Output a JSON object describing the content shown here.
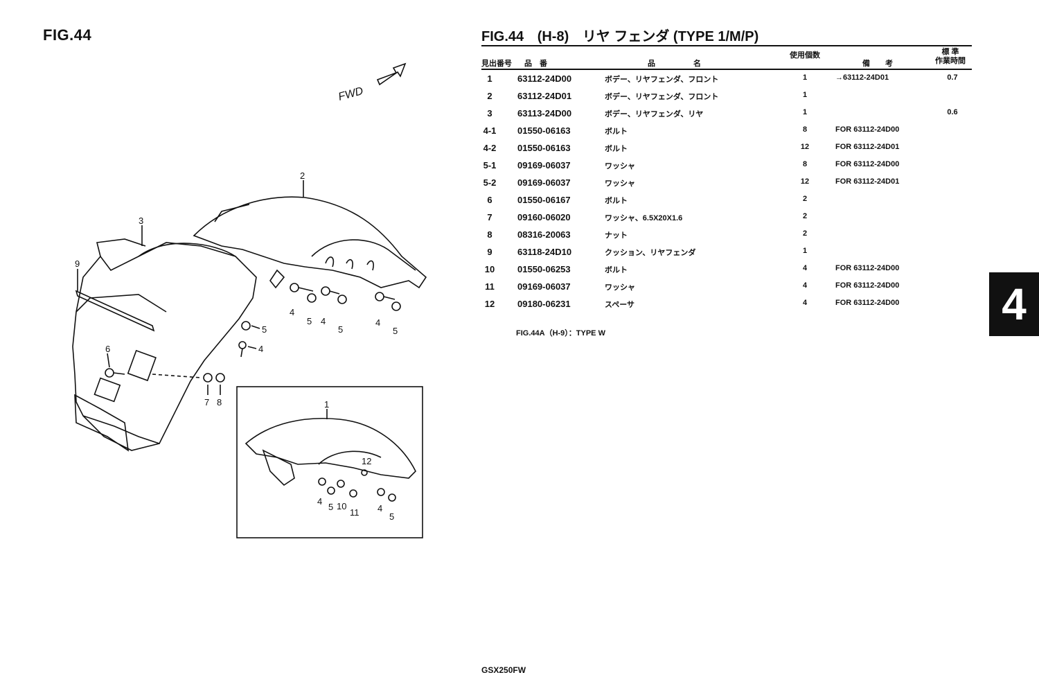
{
  "figure_label": "FIG.44",
  "title": {
    "fig": "FIG.44",
    "code": "(H-8)",
    "name": "リヤ フェンダ (TYPE 1/M/P)"
  },
  "headers": {
    "ref_no": "見出番号",
    "part_no": "品　番",
    "description": "品　　　　　名",
    "qty": "使用個数",
    "remarks": "備　　考",
    "time": "標 準\n作業時間"
  },
  "parts": [
    {
      "no": "1",
      "part": "63112-24D00",
      "desc": "ボデー、リヤフェンダ、フロント",
      "qty": "1",
      "remarks": "→63112-24D01",
      "time": "0.7"
    },
    {
      "no": "2",
      "part": "63112-24D01",
      "desc": "ボデー、リヤフェンダ、フロント",
      "qty": "1",
      "remarks": "",
      "time": ""
    },
    {
      "no": "3",
      "part": "63113-24D00",
      "desc": "ボデー、リヤフェンダ、リヤ",
      "qty": "1",
      "remarks": "",
      "time": "0.6"
    },
    {
      "no": "4-1",
      "part": "01550-06163",
      "desc": "ボルト",
      "qty": "8",
      "remarks": "FOR 63112-24D00",
      "time": ""
    },
    {
      "no": "4-2",
      "part": "01550-06163",
      "desc": "ボルト",
      "qty": "12",
      "remarks": "FOR 63112-24D01",
      "time": ""
    },
    {
      "no": "5-1",
      "part": "09169-06037",
      "desc": "ワッシャ",
      "qty": "8",
      "remarks": "FOR 63112-24D00",
      "time": ""
    },
    {
      "no": "5-2",
      "part": "09169-06037",
      "desc": "ワッシャ",
      "qty": "12",
      "remarks": "FOR 63112-24D01",
      "time": ""
    },
    {
      "no": "6",
      "part": "01550-06167",
      "desc": "ボルト",
      "qty": "2",
      "remarks": "",
      "time": ""
    },
    {
      "no": "7",
      "part": "09160-06020",
      "desc": "ワッシャ、6.5X20X1.6",
      "qty": "2",
      "remarks": "",
      "time": ""
    },
    {
      "no": "8",
      "part": "08316-20063",
      "desc": "ナット",
      "qty": "2",
      "remarks": "",
      "time": ""
    },
    {
      "no": "9",
      "part": "63118-24D10",
      "desc": "クッション、リヤフェンダ",
      "qty": "1",
      "remarks": "",
      "time": ""
    },
    {
      "no": "10",
      "part": "01550-06253",
      "desc": "ボルト",
      "qty": "4",
      "remarks": "FOR 63112-24D00",
      "time": ""
    },
    {
      "no": "11",
      "part": "09169-06037",
      "desc": "ワッシャ",
      "qty": "4",
      "remarks": "FOR 63112-24D00",
      "time": ""
    },
    {
      "no": "12",
      "part": "09180-06231",
      "desc": "スペーサ",
      "qty": "4",
      "remarks": "FOR 63112-24D00",
      "time": ""
    }
  ],
  "note": "FIG.44A（H-9）：TYPE W",
  "section_tab": "4",
  "footer": "GSX250FW",
  "diagram": {
    "fwd": "FWD",
    "callouts": [
      "2",
      "3",
      "9",
      "4",
      "5",
      "4",
      "5",
      "4",
      "5",
      "5",
      "4",
      "6",
      "7",
      "8"
    ],
    "inset_callouts": [
      "1",
      "12",
      "4",
      "5",
      "10",
      "11",
      "4",
      "5"
    ]
  }
}
